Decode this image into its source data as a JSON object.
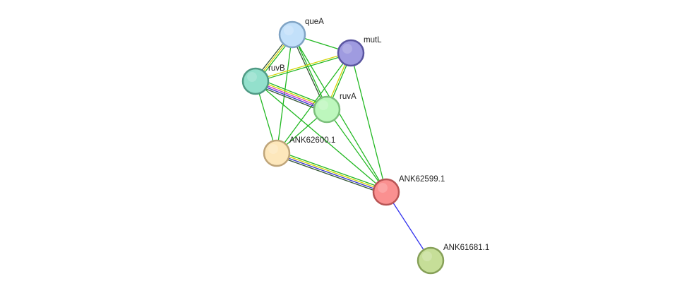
{
  "nodes": [
    {
      "id": "queA",
      "label": "queA",
      "fill": "#c2e0fa",
      "stroke": "#7fa3c4"
    },
    {
      "id": "mutL",
      "label": "mutL",
      "fill": "#9f9be0",
      "stroke": "#5a55a0"
    },
    {
      "id": "ruvB",
      "label": "ruvB",
      "fill": "#93e0cc",
      "stroke": "#4f9a84"
    },
    {
      "id": "ruvA",
      "label": "ruvA",
      "fill": "#bdf7bd",
      "stroke": "#7cc07c"
    },
    {
      "id": "ANK62600.1",
      "label": "ANK62600.1",
      "fill": "#fde7bb",
      "stroke": "#bfa57a"
    },
    {
      "id": "ANK62599.1",
      "label": "ANK62599.1",
      "fill": "#fa9090",
      "stroke": "#b85454"
    },
    {
      "id": "ANK61681.1",
      "label": "ANK61681.1",
      "fill": "#c6de98",
      "stroke": "#86a058"
    }
  ],
  "edges": [
    {
      "source": "queA",
      "target": "ruvB",
      "colors": [
        "#22b822",
        "#d4d400",
        "#335533"
      ]
    },
    {
      "source": "queA",
      "target": "mutL",
      "colors": [
        "#22b822"
      ]
    },
    {
      "source": "queA",
      "target": "ruvA",
      "colors": [
        "#22b822",
        "#335533"
      ]
    },
    {
      "source": "queA",
      "target": "ANK62600.1",
      "colors": [
        "#22b822"
      ]
    },
    {
      "source": "queA",
      "target": "ANK62599.1",
      "colors": [
        "#22b822"
      ]
    },
    {
      "source": "mutL",
      "target": "ruvB",
      "colors": [
        "#22b822",
        "#d4d400"
      ]
    },
    {
      "source": "mutL",
      "target": "ruvA",
      "colors": [
        "#22b822",
        "#d4d400"
      ]
    },
    {
      "source": "mutL",
      "target": "ANK62600.1",
      "colors": [
        "#22b822"
      ]
    },
    {
      "source": "mutL",
      "target": "ANK62599.1",
      "colors": [
        "#22b822"
      ]
    },
    {
      "source": "ruvB",
      "target": "ruvA",
      "colors": [
        "#22b822",
        "#d4d400",
        "#cc33cc",
        "#3333cc",
        "#335533"
      ]
    },
    {
      "source": "ruvB",
      "target": "ANK62600.1",
      "colors": [
        "#22b822"
      ]
    },
    {
      "source": "ruvB",
      "target": "ANK62599.1",
      "colors": [
        "#22b822"
      ]
    },
    {
      "source": "ruvA",
      "target": "ANK62600.1",
      "colors": [
        "#22b822"
      ]
    },
    {
      "source": "ruvA",
      "target": "ANK62599.1",
      "colors": [
        "#22b822"
      ]
    },
    {
      "source": "ANK62600.1",
      "target": "ANK62599.1",
      "colors": [
        "#22b822",
        "#d4d400",
        "#3333cc",
        "#335533"
      ]
    },
    {
      "source": "ANK62599.1",
      "target": "ANK61681.1",
      "colors": [
        "#3333ee"
      ]
    }
  ]
}
